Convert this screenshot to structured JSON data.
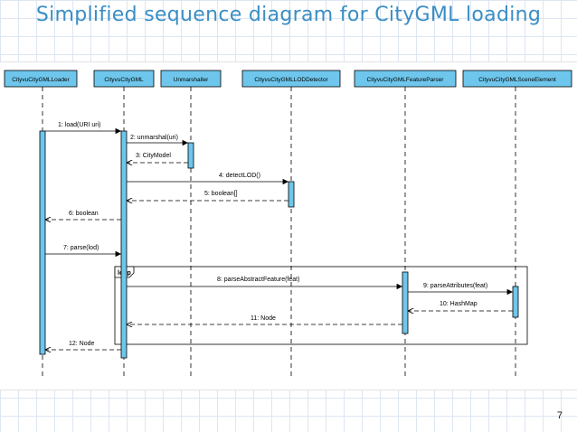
{
  "title": "Simplified sequence diagram for CityGML loading",
  "page_number": "7",
  "lifelines": [
    "CityvuCityGMLLoader",
    "CityvuCityGML",
    "Unmarshaller",
    "CityvuCityGMLLODDetector",
    "CityvuCityGMLFeatureParser",
    "CityvuCityGMLSceneElement"
  ],
  "fragment_label": "loop",
  "messages": [
    "1: load(URI uri)",
    "2: unmarshal(uri)",
    "3: CityModel",
    "4: detectLOD()",
    "5: boolean[]",
    "6: boolean",
    "7: parse(lod)",
    "8: parseAbstractFeature(feat)",
    "9: parseAttributes(feat)",
    "10: HashMap",
    "11: Node",
    "12: Node"
  ]
}
